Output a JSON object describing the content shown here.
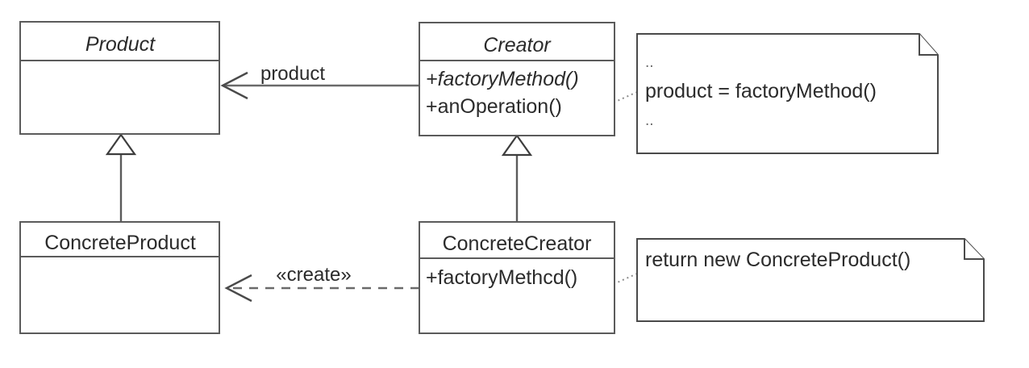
{
  "diagram": {
    "title": "Factory Method pattern UML class diagram",
    "type": "uml-class-diagram",
    "background_color": "#ffffff",
    "line_color": "#5b5b5b",
    "text_color": "#2b2b2b"
  },
  "classes": [
    {
      "id": "product",
      "name": "Product",
      "abstract": true,
      "members": []
    },
    {
      "id": "creator",
      "name": "Creator",
      "abstract": true,
      "members": [
        {
          "label": "+factoryMethod()",
          "abstract": true
        },
        {
          "label": "+anOperation()",
          "abstract": false
        }
      ]
    },
    {
      "id": "concrete-product",
      "name": "ConcreteProduct",
      "abstract": false,
      "members": []
    },
    {
      "id": "concrete-creator",
      "name": "ConcreteCreator",
      "abstract": false,
      "members": [
        {
          "label": "+factoryMethcd()",
          "abstract": false
        }
      ]
    }
  ],
  "notes": [
    {
      "id": "note-creator",
      "lines": [
        "..",
        "product = factoryMethod()",
        ".."
      ],
      "attached_to": "creator"
    },
    {
      "id": "note-concrete-creator",
      "lines": [
        "return new ConcreteProduct()"
      ],
      "attached_to": "concrete-creator"
    }
  ],
  "relationships": [
    {
      "id": "creator-product-association",
      "kind": "association",
      "style": "solid",
      "label": "product",
      "from": "creator",
      "to": "product"
    },
    {
      "id": "concretecreator-concreteproduct-dependency",
      "kind": "dependency",
      "style": "dashed",
      "label": "«create»",
      "from": "concrete-creator",
      "to": "concrete-product"
    },
    {
      "id": "concreteproduct-product-generalization",
      "kind": "generalization",
      "style": "solid-triangle",
      "label": "",
      "from": "concrete-product",
      "to": "product"
    },
    {
      "id": "concretecreator-creator-generalization",
      "kind": "generalization",
      "style": "solid-triangle",
      "label": "",
      "from": "concrete-creator",
      "to": "creator"
    }
  ]
}
